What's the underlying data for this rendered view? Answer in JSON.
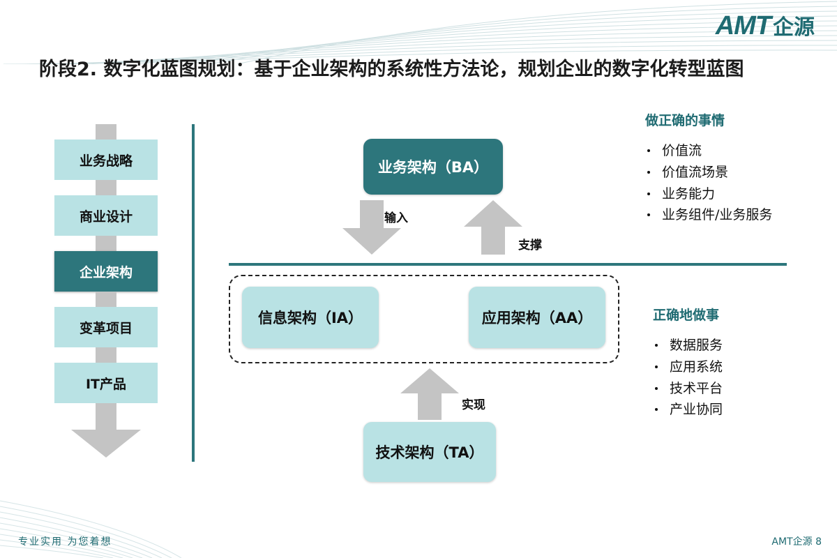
{
  "brand": {
    "logo_main": "AMT",
    "logo_cn": "企源",
    "accent_color": "#1f6b72",
    "teal_color": "#2d767c",
    "light_blue_color": "#b9e2e4",
    "gray_color": "#c4c4c4"
  },
  "header": {
    "title": "阶段2. 数字化蓝图规划：基于企业架构的系统性方法论，规划企业的数字化转型蓝图"
  },
  "chain": {
    "items": [
      {
        "label": "业务战略",
        "active": false
      },
      {
        "label": "商业设计",
        "active": false
      },
      {
        "label": "企业架构",
        "active": true
      },
      {
        "label": "变革项目",
        "active": false
      },
      {
        "label": "IT产品",
        "active": false
      }
    ]
  },
  "diagram": {
    "nodes": {
      "ba": "业务架构（BA）",
      "ia": "信息架构（IA）",
      "aa": "应用架构（AA）",
      "ta": "技术架构（TA）"
    },
    "arrows": {
      "input": "输入",
      "support": "支撑",
      "realize": "实现"
    }
  },
  "side_panels": {
    "upper": {
      "heading": "做正确的事情",
      "items": [
        "价值流",
        "价值流场景",
        "业务能力",
        "业务组件/业务服务"
      ]
    },
    "lower": {
      "heading": "正确地做事",
      "items": [
        "数据服务",
        "应用系统",
        "技术平台",
        "产业协同"
      ]
    }
  },
  "footer": {
    "tagline": "专业实用 为您着想",
    "credit": "AMT企源 8"
  }
}
